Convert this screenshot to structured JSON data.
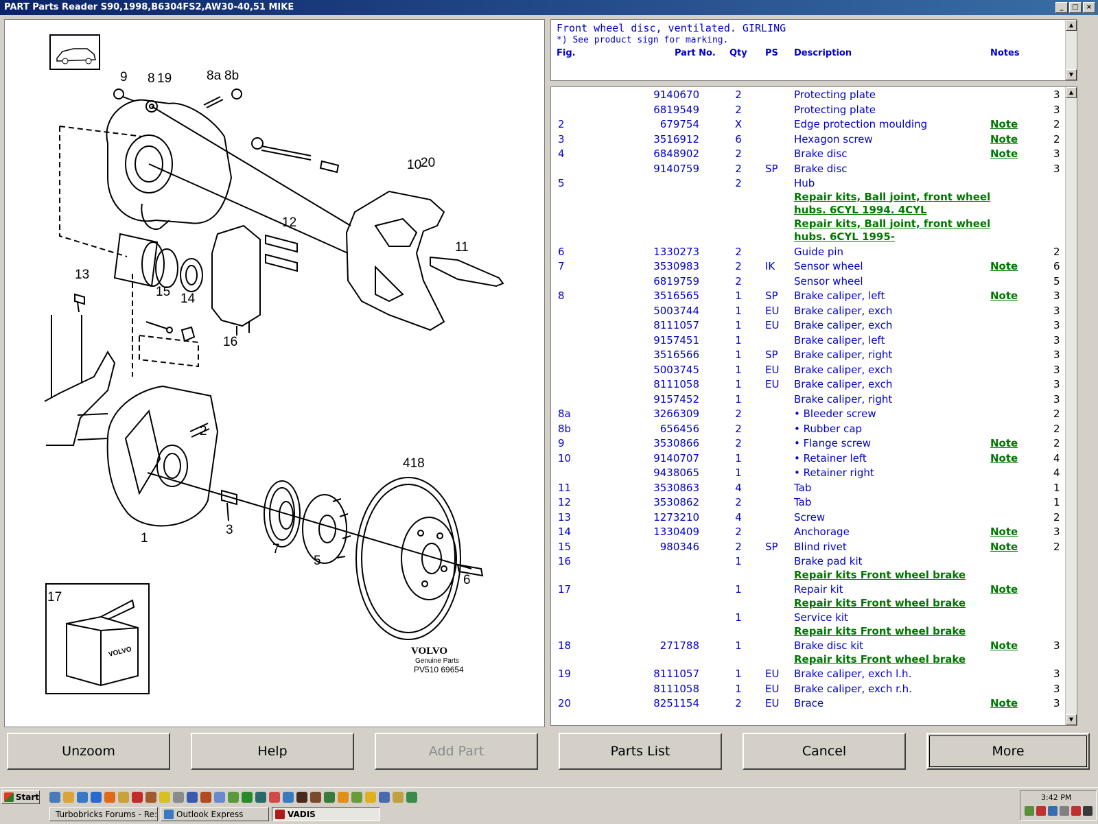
{
  "window": {
    "title": "PART Parts Reader S90,1998,B6304FS2,AW30-40,51 MIKE",
    "min": "_",
    "max": "□",
    "close": "×"
  },
  "header": {
    "title": "Front wheel disc, ventilated. GIRLING",
    "note": "*) See product sign for marking.",
    "cols": {
      "fig": "Fig.",
      "part": "Part No.",
      "qty": "Qty",
      "ps": "PS",
      "desc": "Description",
      "notes": "Notes"
    }
  },
  "parts": [
    {
      "fig": "",
      "part": "9140670",
      "qty": "2",
      "ps": "",
      "desc": "Protecting plate",
      "note": "",
      "n": "3"
    },
    {
      "fig": "",
      "part": "6819549",
      "qty": "2",
      "ps": "",
      "desc": "Protecting plate",
      "note": "",
      "n": "3"
    },
    {
      "fig": "2",
      "part": "679754",
      "qty": "X",
      "ps": "",
      "desc": "Edge protection moulding",
      "note": "Note",
      "n": "2"
    },
    {
      "fig": "3",
      "part": "3516912",
      "qty": "6",
      "ps": "",
      "desc": "Hexagon screw",
      "note": "Note",
      "n": "2"
    },
    {
      "fig": "4",
      "part": "6848902",
      "qty": "2",
      "ps": "",
      "desc": "Brake disc",
      "note": "Note",
      "n": "3"
    },
    {
      "fig": "",
      "part": "9140759",
      "qty": "2",
      "ps": "SP",
      "desc": "Brake disc",
      "note": "",
      "n": "3"
    },
    {
      "fig": "5",
      "part": "",
      "qty": "2",
      "ps": "",
      "desc": "Hub",
      "note": "",
      "n": "",
      "sub": [
        "Repair kits, Ball joint, front wheel",
        "hubs. 6CYL 1994. 4CYL",
        "Repair kits, Ball joint, front wheel",
        "hubs. 6CYL 1995-"
      ]
    },
    {
      "fig": "6",
      "part": "1330273",
      "qty": "2",
      "ps": "",
      "desc": "Guide pin",
      "note": "",
      "n": "2"
    },
    {
      "fig": "7",
      "part": "3530983",
      "qty": "2",
      "ps": "IK",
      "desc": "Sensor wheel",
      "note": "Note",
      "n": "6"
    },
    {
      "fig": "",
      "part": "6819759",
      "qty": "2",
      "ps": "",
      "desc": "Sensor wheel",
      "note": "",
      "n": "5"
    },
    {
      "fig": "8",
      "part": "3516565",
      "qty": "1",
      "ps": "SP",
      "desc": "Brake caliper, left",
      "note": "Note",
      "n": "3"
    },
    {
      "fig": "",
      "part": "5003744",
      "qty": "1",
      "ps": "EU",
      "desc": "Brake caliper, exch",
      "note": "",
      "n": "3"
    },
    {
      "fig": "",
      "part": "8111057",
      "qty": "1",
      "ps": "EU",
      "desc": "Brake caliper, exch",
      "note": "",
      "n": "3"
    },
    {
      "fig": "",
      "part": "9157451",
      "qty": "1",
      "ps": "",
      "desc": "Brake caliper, left",
      "note": "",
      "n": "3"
    },
    {
      "fig": "",
      "part": "3516566",
      "qty": "1",
      "ps": "SP",
      "desc": "Brake caliper, right",
      "note": "",
      "n": "3"
    },
    {
      "fig": "",
      "part": "5003745",
      "qty": "1",
      "ps": "EU",
      "desc": "Brake caliper, exch",
      "note": "",
      "n": "3"
    },
    {
      "fig": "",
      "part": "8111058",
      "qty": "1",
      "ps": "EU",
      "desc": "Brake caliper, exch",
      "note": "",
      "n": "3"
    },
    {
      "fig": "",
      "part": "9157452",
      "qty": "1",
      "ps": "",
      "desc": "Brake caliper, right",
      "note": "",
      "n": "3"
    },
    {
      "fig": "8a",
      "part": "3266309",
      "qty": "2",
      "ps": "",
      "desc": "• Bleeder screw",
      "note": "",
      "n": "2"
    },
    {
      "fig": "8b",
      "part": "656456",
      "qty": "2",
      "ps": "",
      "desc": "• Rubber cap",
      "note": "",
      "n": "2"
    },
    {
      "fig": "9",
      "part": "3530866",
      "qty": "2",
      "ps": "",
      "desc": "• Flange screw",
      "note": "Note",
      "n": "2"
    },
    {
      "fig": "10",
      "part": "9140707",
      "qty": "1",
      "ps": "",
      "desc": "• Retainer left",
      "note": "Note",
      "n": "4"
    },
    {
      "fig": "",
      "part": "9438065",
      "qty": "1",
      "ps": "",
      "desc": "• Retainer right",
      "note": "",
      "n": "4"
    },
    {
      "fig": "11",
      "part": "3530863",
      "qty": "4",
      "ps": "",
      "desc": "Tab",
      "note": "",
      "n": "1"
    },
    {
      "fig": "12",
      "part": "3530862",
      "qty": "2",
      "ps": "",
      "desc": "Tab",
      "note": "",
      "n": "1"
    },
    {
      "fig": "13",
      "part": "1273210",
      "qty": "4",
      "ps": "",
      "desc": "Screw",
      "note": "",
      "n": "2"
    },
    {
      "fig": "14",
      "part": "1330409",
      "qty": "2",
      "ps": "",
      "desc": "Anchorage",
      "note": "Note",
      "n": "3"
    },
    {
      "fig": "15",
      "part": "980346",
      "qty": "2",
      "ps": "SP",
      "desc": "Blind rivet",
      "note": "Note",
      "n": "2"
    },
    {
      "fig": "16",
      "part": "",
      "qty": "1",
      "ps": "",
      "desc": "Brake pad kit",
      "note": "",
      "n": "",
      "sub": [
        "Repair kits Front wheel brake"
      ]
    },
    {
      "fig": "17",
      "part": "",
      "qty": "1",
      "ps": "",
      "desc": "Repair kit",
      "note": "Note",
      "n": "",
      "sub": [
        "Repair kits Front wheel brake"
      ]
    },
    {
      "fig": "",
      "part": "",
      "qty": "1",
      "ps": "",
      "desc": "Service kit",
      "note": "",
      "n": "",
      "sub": [
        "Repair kits Front wheel brake"
      ]
    },
    {
      "fig": "18",
      "part": "271788",
      "qty": "1",
      "ps": "",
      "desc": "Brake disc kit",
      "note": "Note",
      "n": "3",
      "sub": [
        "Repair kits Front wheel brake"
      ]
    },
    {
      "fig": "19",
      "part": "8111057",
      "qty": "1",
      "ps": "EU",
      "desc": "Brake caliper, exch l.h.",
      "note": "",
      "n": "3"
    },
    {
      "fig": "",
      "part": "8111058",
      "qty": "1",
      "ps": "EU",
      "desc": "Brake caliper, exch r.h.",
      "note": "",
      "n": "3"
    },
    {
      "fig": "20",
      "part": "8251154",
      "qty": "2",
      "ps": "EU",
      "desc": "Brace",
      "note": "Note",
      "n": "3"
    }
  ],
  "diagram": {
    "labels": [
      "9",
      "8",
      "19",
      "8a",
      "8b",
      "10",
      "20",
      "12",
      "11",
      "13",
      "15",
      "14",
      "16",
      "2",
      "3",
      "1",
      "7",
      "5",
      "418",
      "6",
      "17"
    ],
    "brand": "VOLVO",
    "brand_sub": "Genuine Parts",
    "code": "PV510 69654",
    "box_text": "VOLVO"
  },
  "buttons": {
    "unzoom": "Unzoom",
    "help": "Help",
    "add_part": "Add Part",
    "parts_list": "Parts List",
    "cancel": "Cancel",
    "more": "More"
  },
  "taskbar": {
    "start": "Start",
    "tasks": [
      "Turbobricks Forums - Re: ...",
      "Outlook Express",
      "VADIS"
    ],
    "clock": "3:42 PM"
  }
}
